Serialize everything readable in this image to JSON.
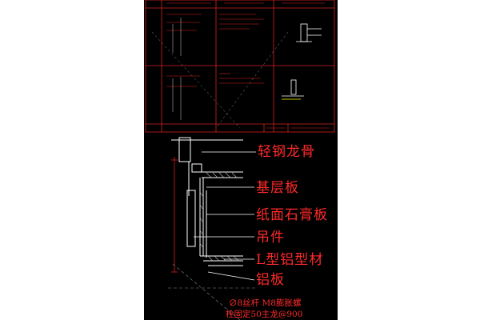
{
  "diagram": {
    "labels": [
      {
        "id": "light-steel-keel",
        "text": "轻钢龙骨"
      },
      {
        "id": "base-board",
        "text": "基层板"
      },
      {
        "id": "gypsum-board",
        "text": "纸面石膏板"
      },
      {
        "id": "hanger",
        "text": "吊件"
      },
      {
        "id": "l-aluminum-profile",
        "text": "L型铝型材"
      },
      {
        "id": "aluminum-plate",
        "text": "铝板"
      }
    ],
    "notes": [
      {
        "id": "rod-bolt-note",
        "text": "∅8丝杆  M8膨胀螺"
      },
      {
        "id": "fix-note",
        "text": "栓固定50主龙@900"
      }
    ],
    "colors": {
      "background": "#000000",
      "label": "#ff2a2a",
      "frame": "#d62020",
      "line": "#ffffff",
      "hatch": "#bbbbbb",
      "accent": "#ffff00"
    }
  }
}
